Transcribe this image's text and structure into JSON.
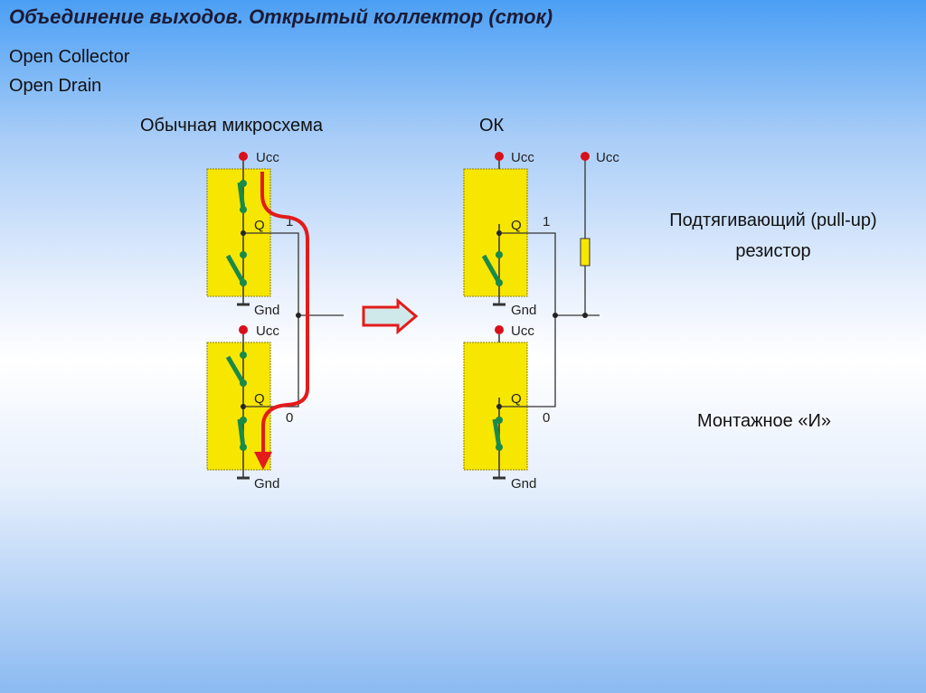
{
  "title": "Объединение выходов. Открытый коллектор (сток)",
  "subtitles": [
    "Open Collector",
    "Open Drain"
  ],
  "left_heading": "Обычная микросхема",
  "right_heading": "ОК",
  "pullup_label": [
    "Подтягивающий (pull-up)",
    "резистор"
  ],
  "wired_and_label": "Монтажное «И»",
  "pins": {
    "ucc": "Ucc",
    "gnd": "Gnd",
    "q": "Q",
    "one": "1",
    "zero": "0"
  },
  "colors": {
    "chip": "#f7e600",
    "switch": "#1a8a4a",
    "current": "#e31b1b",
    "ucc_dot": "#d8101a"
  }
}
